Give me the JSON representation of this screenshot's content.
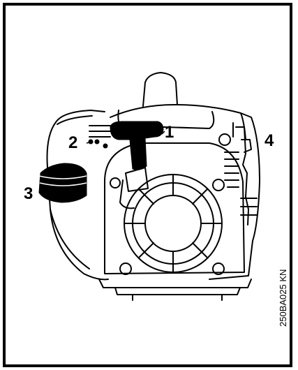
{
  "figure": {
    "callouts": [
      {
        "id": "1",
        "text": "1"
      },
      {
        "id": "2",
        "text": "2"
      },
      {
        "id": "3",
        "text": "3"
      },
      {
        "id": "4",
        "text": "4"
      }
    ],
    "reference_code": "250BA025 KN"
  },
  "colors": {
    "line": "#000000",
    "background": "#ffffff"
  }
}
